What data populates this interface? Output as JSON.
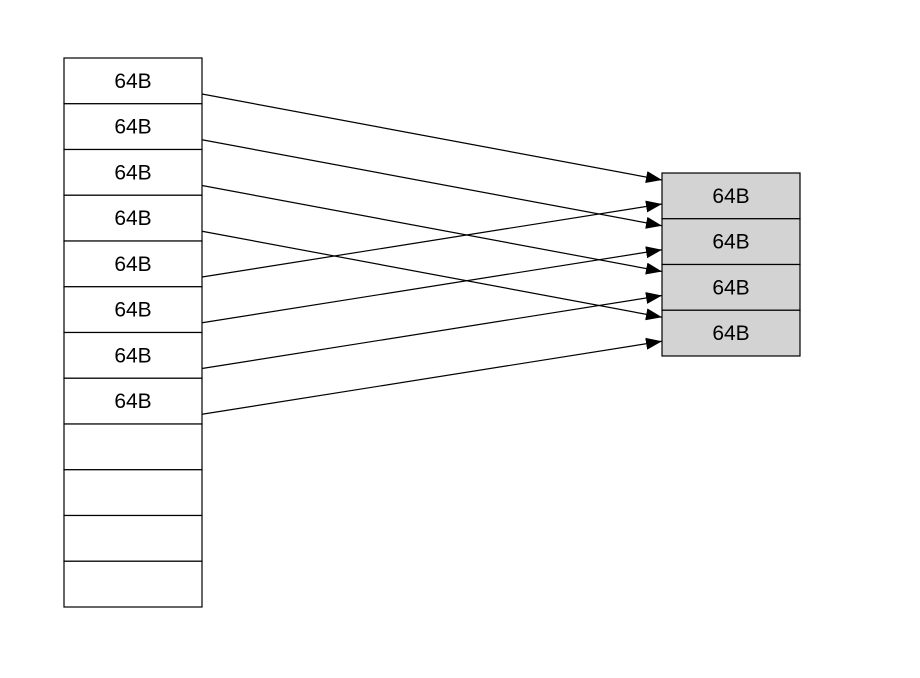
{
  "source_array": {
    "cells": [
      "64B",
      "64B",
      "64B",
      "64B",
      "64B",
      "64B",
      "64B",
      "64B",
      "",
      "",
      "",
      ""
    ]
  },
  "target_array": {
    "fill_color": "#d3d3d3",
    "cells": [
      "64B",
      "64B",
      "64B",
      "64B"
    ]
  },
  "mapping": [
    {
      "from": 0,
      "to": 0
    },
    {
      "from": 1,
      "to": 1
    },
    {
      "from": 2,
      "to": 2
    },
    {
      "from": 3,
      "to": 3
    },
    {
      "from": 4,
      "to": 0
    },
    {
      "from": 5,
      "to": 1
    },
    {
      "from": 6,
      "to": 2
    },
    {
      "from": 7,
      "to": 3
    }
  ]
}
